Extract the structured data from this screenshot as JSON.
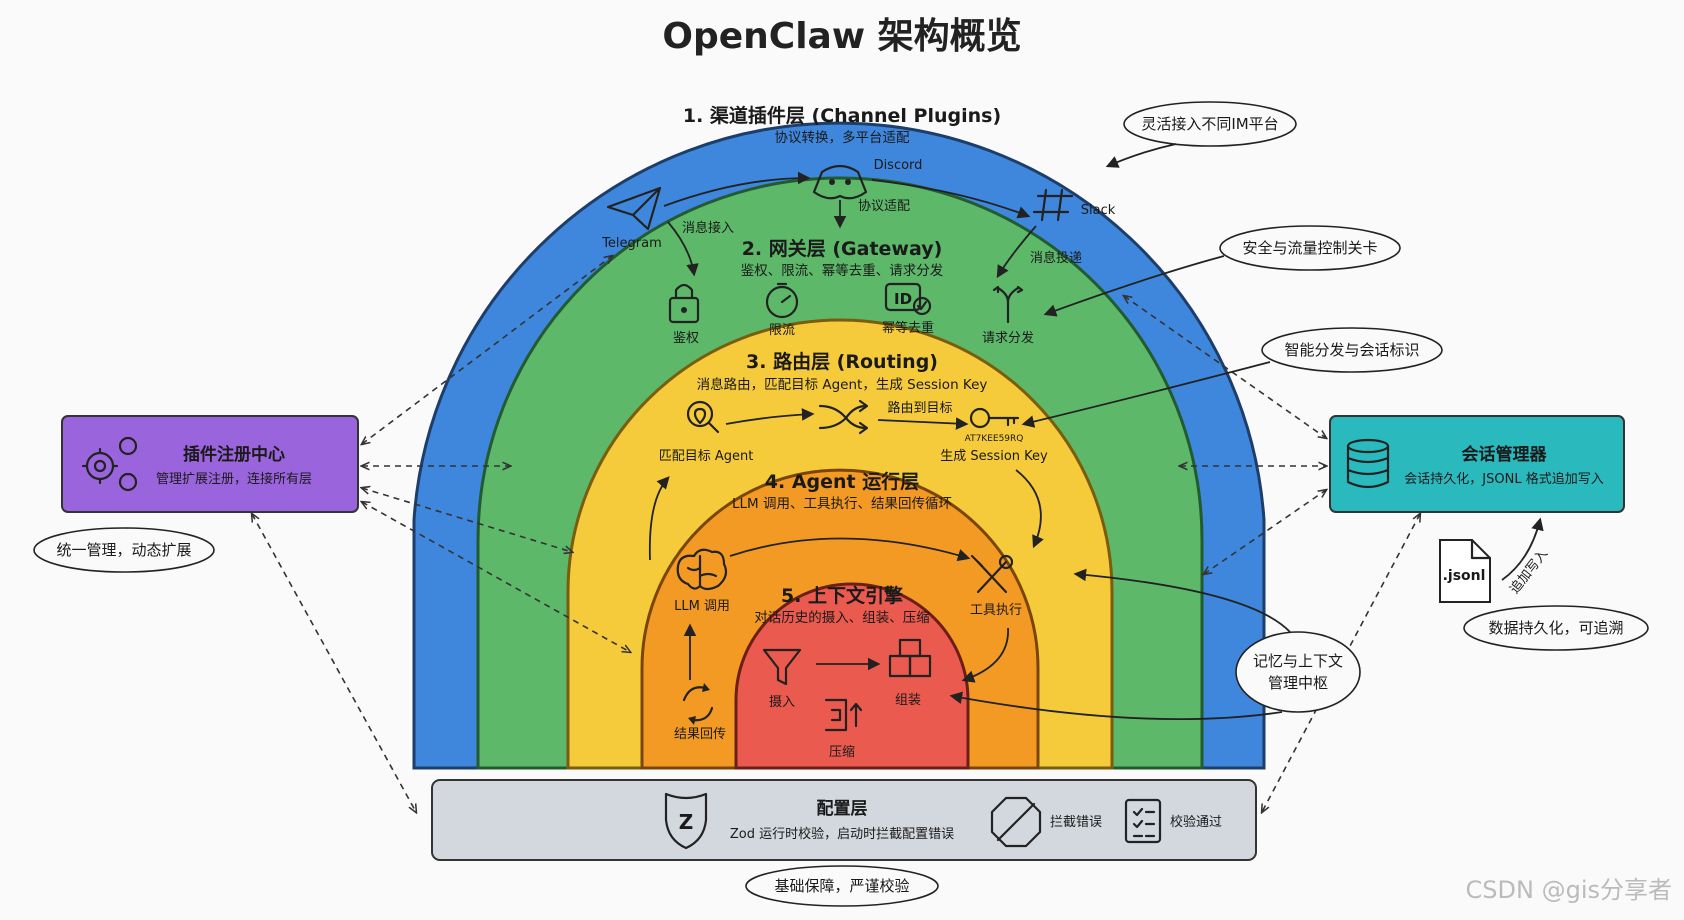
{
  "title": "OpenClaw 架构概览",
  "layers": {
    "channel": {
      "title": "1. 渠道插件层 (Channel Plugins)",
      "subtitle": "协议转换，多平台适配",
      "telegram": "Telegram",
      "discord": "Discord",
      "slack": "Slack",
      "arrow_in": "消息接入",
      "arrow_adapt": "协议适配",
      "arrow_out": "消息投递"
    },
    "gateway": {
      "title": "2. 网关层 (Gateway)",
      "subtitle": "鉴权、限流、幂等去重、请求分发",
      "auth": "鉴权",
      "ratelimit": "限流",
      "dedup": "幂等去重",
      "dispatch": "请求分发",
      "id_badge": "ID"
    },
    "routing": {
      "title": "3. 路由层 (Routing)",
      "subtitle": "消息路由，匹配目标 Agent，生成 Session Key",
      "match": "匹配目标 Agent",
      "route_to": "路由到目标",
      "session_key": "生成 Session Key",
      "key_code": "AT7KEE59RQ"
    },
    "agent": {
      "title": "4. Agent 运行层",
      "subtitle": "LLM 调用、工具执行、结果回传循环",
      "llm": "LLM 调用",
      "tools": "工具执行",
      "result": "结果回传"
    },
    "context": {
      "title": "5. 上下文引擎",
      "subtitle": "对话历史的摄入、组装、压缩",
      "ingest": "摄入",
      "assemble": "组装",
      "compress": "压缩"
    }
  },
  "plugin_registry": {
    "title": "插件注册中心",
    "subtitle": "管理扩展注册，连接所有层"
  },
  "session_manager": {
    "title": "会话管理器",
    "subtitle": "会话持久化，JSONL 格式追加写入",
    "file_label": ".jsonl",
    "append_label": "追加写入"
  },
  "config": {
    "title": "配置层",
    "subtitle": "Zod 运行时校验，启动时拦截配置错误",
    "intercept": "拦截错误",
    "validate": "校验通过",
    "zod_letter": "Z"
  },
  "callouts": {
    "flexible": "灵活接入不同IM平台",
    "security": "安全与流量控制关卡",
    "dispatch": "智能分发与会话标识",
    "unified": "统一管理，动态扩展",
    "persist": "数据持久化，可追溯",
    "memory_line1": "记忆与上下文",
    "memory_line2": "管理中枢",
    "foundation": "基础保障，严谨校验"
  },
  "watermark": "CSDN @gis分享者",
  "colors": {
    "channel": "#3f87dc",
    "gateway": "#5db86a",
    "routing": "#f5cb3c",
    "agent": "#f39a25",
    "context": "#ea5a4e",
    "plugin_box": "#9a64dc",
    "session_box": "#2ab9bd",
    "config_box": "#d3d8df"
  }
}
